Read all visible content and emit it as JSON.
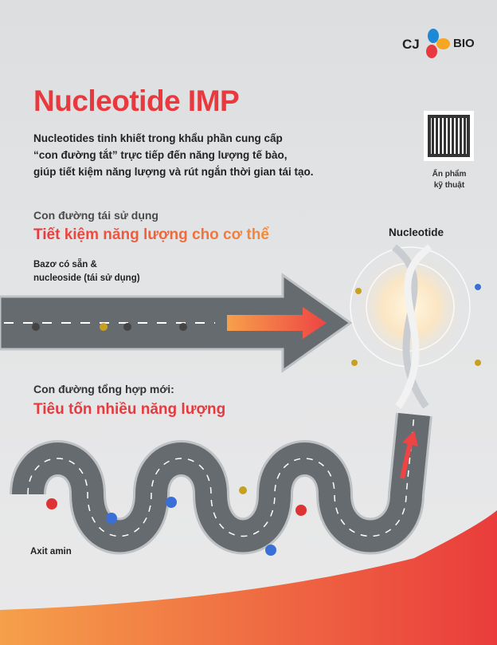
{
  "brand": {
    "left": "CJ",
    "right": "BIO",
    "colors": [
      "#1e88d8",
      "#f5a623",
      "#e8393f"
    ]
  },
  "title": "Nucleotide IMP",
  "intro": [
    "Nucleotides tinh khiết trong khẩu phần cung cấp",
    "“con đường tắt” trực tiếp đến năng lượng tế bào,",
    "giúp tiết kiệm năng lượng và rút ngắn thời gian tái tạo."
  ],
  "qr_caption": [
    "Ấn phẩm",
    "kỹ thuật"
  ],
  "salvage": {
    "label": "Con đường tái sử dụng",
    "headline": "Tiết kiệm năng lượng cho cơ thể",
    "input": [
      "Bazơ có sẵn &",
      "nucleoside (tái sử dụng)"
    ]
  },
  "target": "Nucleotide",
  "denovo": {
    "label": "Con đường tổng hợp mới:",
    "headline": "Tiêu tốn nhiều năng lượng",
    "input": "Axit amin"
  },
  "colors": {
    "accent": "#e8393f",
    "orange": "#f28a3c",
    "road": "#6b7075"
  }
}
